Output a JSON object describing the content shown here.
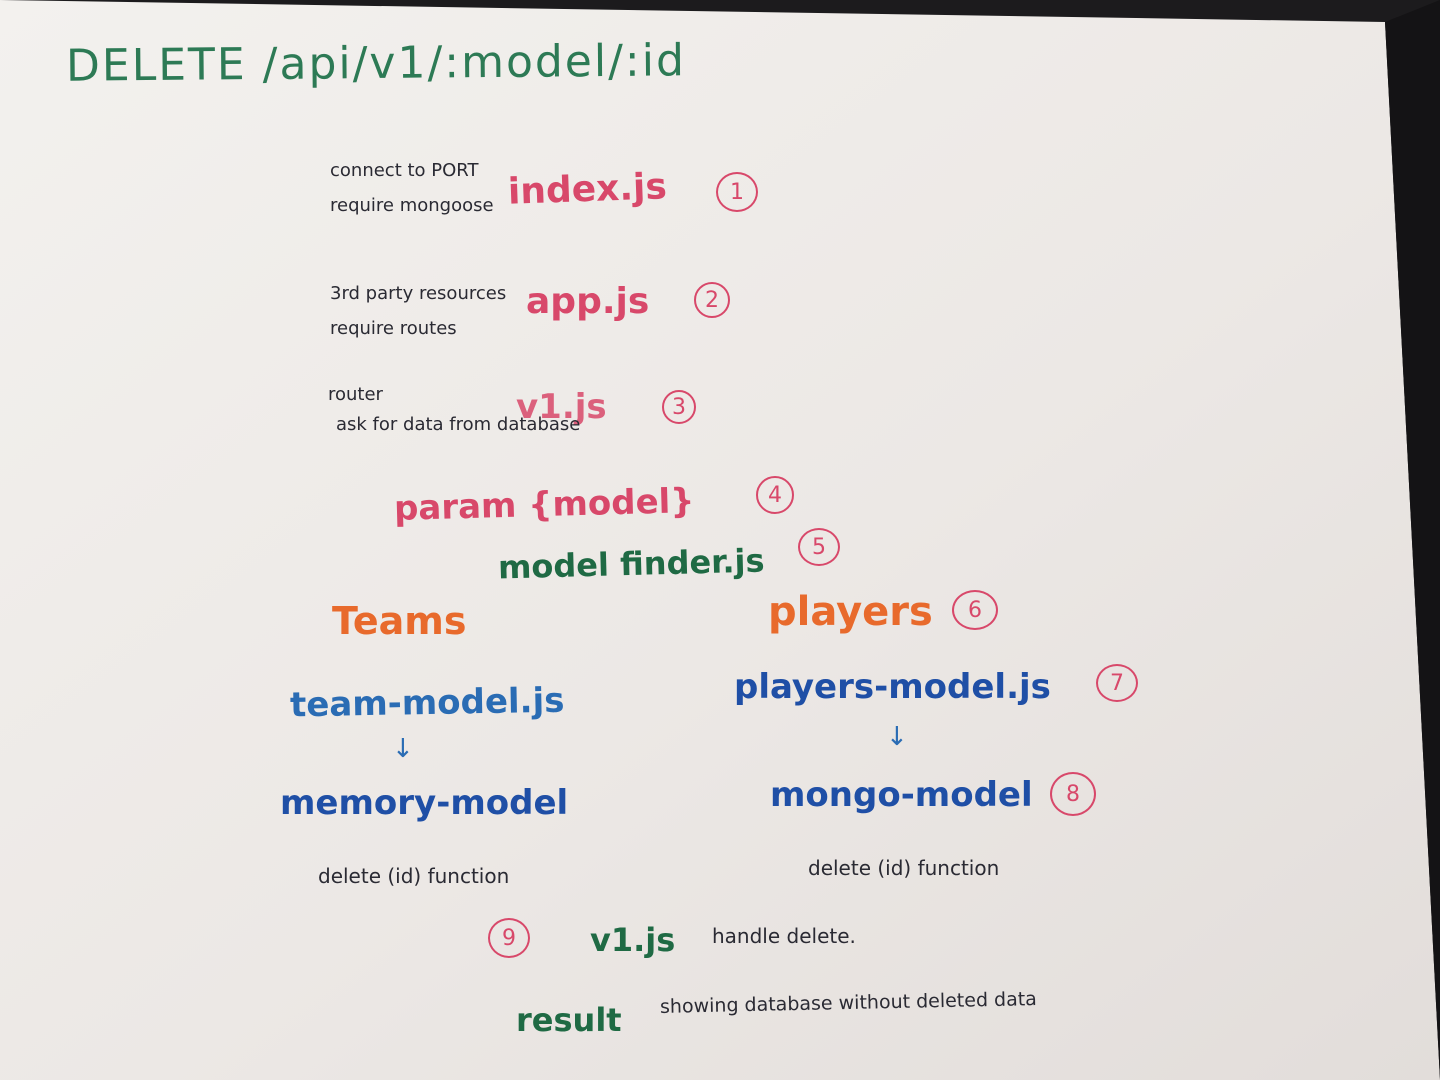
{
  "title": "DELETE /api/v1/:model/:id",
  "steps": [
    {
      "num": "1",
      "file": "index.js",
      "notes": [
        "connect to PORT",
        "require mongoose"
      ]
    },
    {
      "num": "2",
      "file": "app.js",
      "notes": [
        "3rd party resources",
        "require routes"
      ]
    },
    {
      "num": "3",
      "file": "v1.js",
      "notes": [
        "router",
        "ask for data from database"
      ]
    },
    {
      "num": "4",
      "file": "param {model}"
    },
    {
      "num": "5",
      "file": "model finder.js"
    },
    {
      "num": "6"
    },
    {
      "num": "7"
    },
    {
      "num": "8"
    },
    {
      "num": "9",
      "file": "v1.js",
      "note": "handle delete."
    }
  ],
  "branches": {
    "left": {
      "heading": "Teams",
      "model_file": "team-model.js",
      "arrow": "↓",
      "backend": "memory-model",
      "fn": "delete (id) function"
    },
    "right": {
      "heading": "players",
      "model_file": "players-model.js",
      "arrow": "↓",
      "backend": "mongo-model",
      "fn": "delete (id) function"
    }
  },
  "result": {
    "label": "result",
    "text": "showing database without deleted data"
  },
  "colors": {
    "paper": "#eeeae6",
    "green": "#2d7a55",
    "pink": "#d8486a",
    "orange": "#e86a2c",
    "blue": "#2a6cb4",
    "ink": "#2a2a33"
  }
}
